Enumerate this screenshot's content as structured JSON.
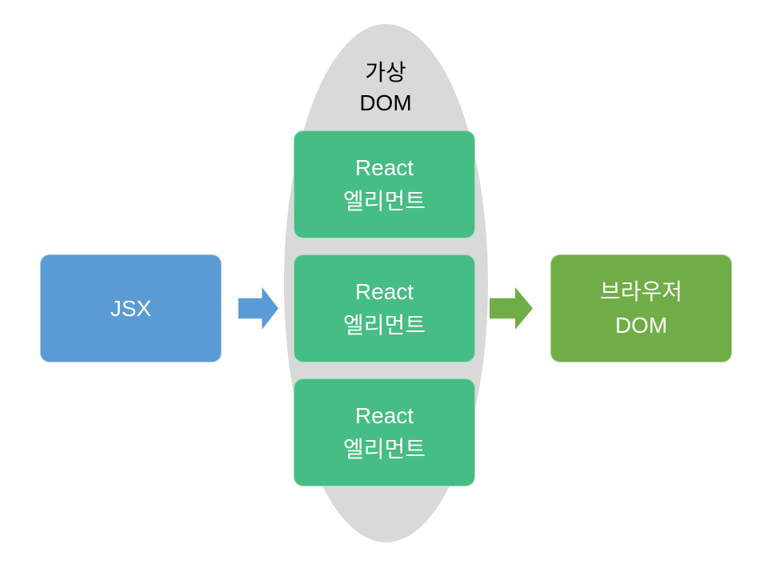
{
  "diagram": {
    "title_semantic": "JSX to Browser DOM via Virtual DOM flow",
    "virtual_dom": {
      "label_line1": "가상",
      "label_line2": "DOM"
    },
    "jsx_box": {
      "label": "JSX"
    },
    "react_elements": [
      {
        "line1": "React",
        "line2": "엘리먼트"
      },
      {
        "line1": "React",
        "line2": "엘리먼트"
      },
      {
        "line1": "React",
        "line2": "엘리먼트"
      }
    ],
    "browser_dom_box": {
      "line1": "브라우저",
      "line2": "DOM"
    },
    "arrows": [
      {
        "name": "jsx-to-virtual-dom",
        "direction": "right"
      },
      {
        "name": "virtual-dom-to-browser-dom",
        "direction": "right"
      }
    ],
    "colors": {
      "jsx_blue": "#5b9bd5",
      "react_element_green": "#46bd84",
      "browser_dom_green": "#70ad47",
      "virtual_dom_gray": "#d9d9d9",
      "box_text": "#ffffff",
      "ellipse_label_text": "#000000",
      "background": "#ffffff"
    }
  }
}
